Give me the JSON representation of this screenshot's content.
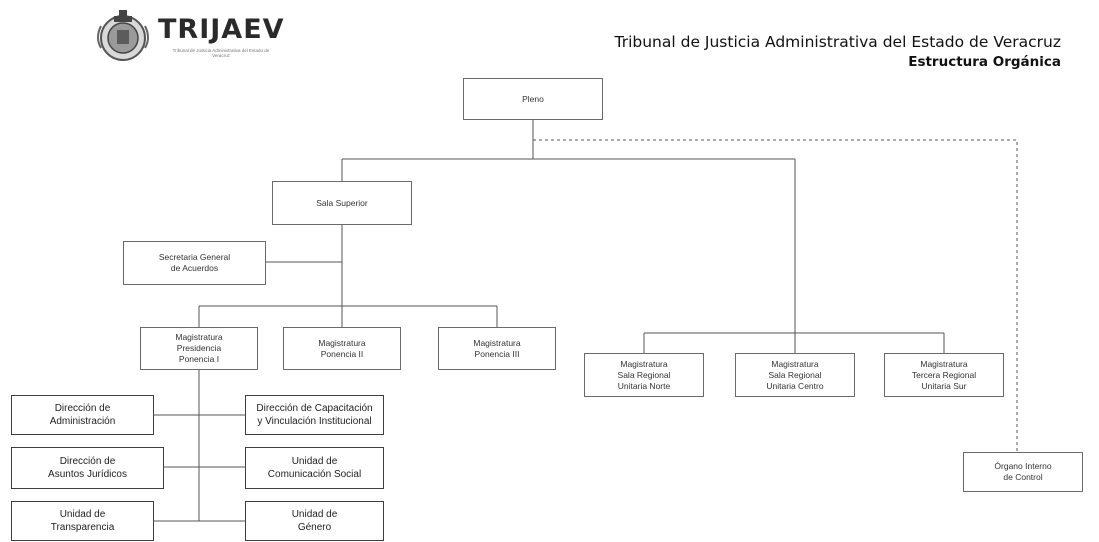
{
  "header": {
    "logo_text": "TRIJAEV",
    "logo_subtext": "Tribunal de Justicia Administrativa del Estado de Veracruz",
    "title": "Tribunal de Justicia Administrativa del Estado de Veracruz",
    "subtitle": "Estructura Orgánica"
  },
  "nodes": {
    "pleno": "Pleno",
    "sala_superior": "Sala Superior",
    "secretaria_general": "Secretaria General\nde Acuerdos",
    "mag_ponencia_1": "Magistratura\nPresidencia\nPonencia I",
    "mag_ponencia_2": "Magistratura\nPonencia II",
    "mag_ponencia_3": "Magistratura\nPonencia III",
    "mag_sala_norte": "Magistratura\nSala Regional\nUnitaria Norte",
    "mag_sala_centro": "Magistratura\nSala Regional\nUnitaria Centro",
    "mag_tercera_sur": "Magistratura\nTercera Regional\nUnitaria Sur",
    "dir_administracion": "Dirección de\nAdministración",
    "dir_capacitacion": "Dirección de Capacitación\ny Vinculación Institucional",
    "dir_asuntos_juridicos": "Dirección de\nAsuntos Jurídicos",
    "uni_comunicacion": "Unidad de\nComunicación Social",
    "uni_transparencia": "Unidad de\nTransparencia",
    "uni_genero": "Unidad de\nGénero",
    "organo_control": "Órgano Interno\nde Control"
  }
}
